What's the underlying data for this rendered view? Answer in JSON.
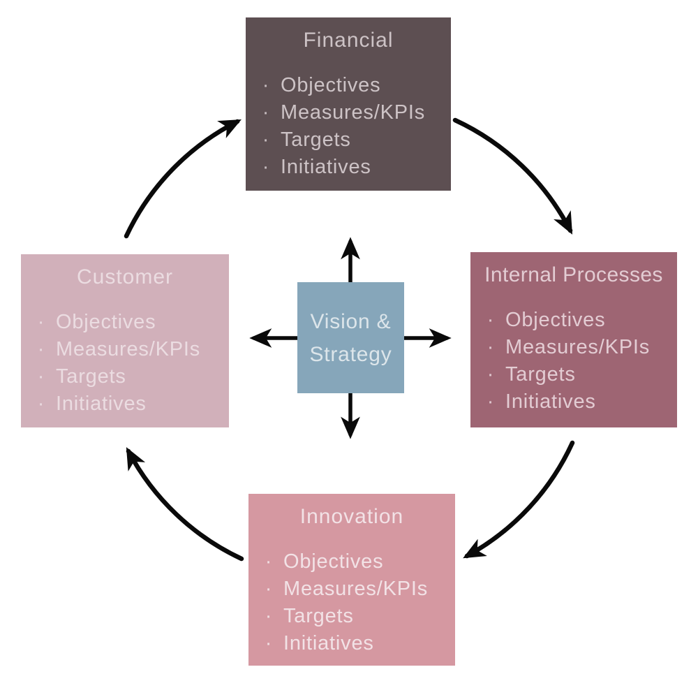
{
  "diagram": {
    "bullet": "·",
    "arrow_color": "#0a0a0a",
    "background": "#ffffff",
    "center": {
      "line1": "Vision &",
      "line2": "Strategy",
      "color": "#86a6ba",
      "text_color": "#dce5ea"
    },
    "boxes": [
      {
        "id": "financial",
        "title": "Financial",
        "color": "#5d4f52",
        "text_color": "#cdc3c6",
        "items": [
          "Objectives",
          "Measures/KPIs",
          "Targets",
          "Initiatives"
        ]
      },
      {
        "id": "internal-processes",
        "title": "Internal Processes",
        "color": "#9e6573",
        "text_color": "#e3ccd3",
        "items": [
          "Objectives",
          "Measures/KPIs",
          "Targets",
          "Initiatives"
        ]
      },
      {
        "id": "innovation",
        "title": "Innovation",
        "color": "#d598a1",
        "text_color": "#f2e2e6",
        "items": [
          "Objectives",
          "Measures/KPIs",
          "Targets",
          "Initiatives"
        ]
      },
      {
        "id": "customer",
        "title": "Customer",
        "color": "#d1b0ba",
        "text_color": "#ebdce1",
        "items": [
          "Objectives",
          "Measures/KPIs",
          "Targets",
          "Initiatives"
        ]
      }
    ]
  }
}
